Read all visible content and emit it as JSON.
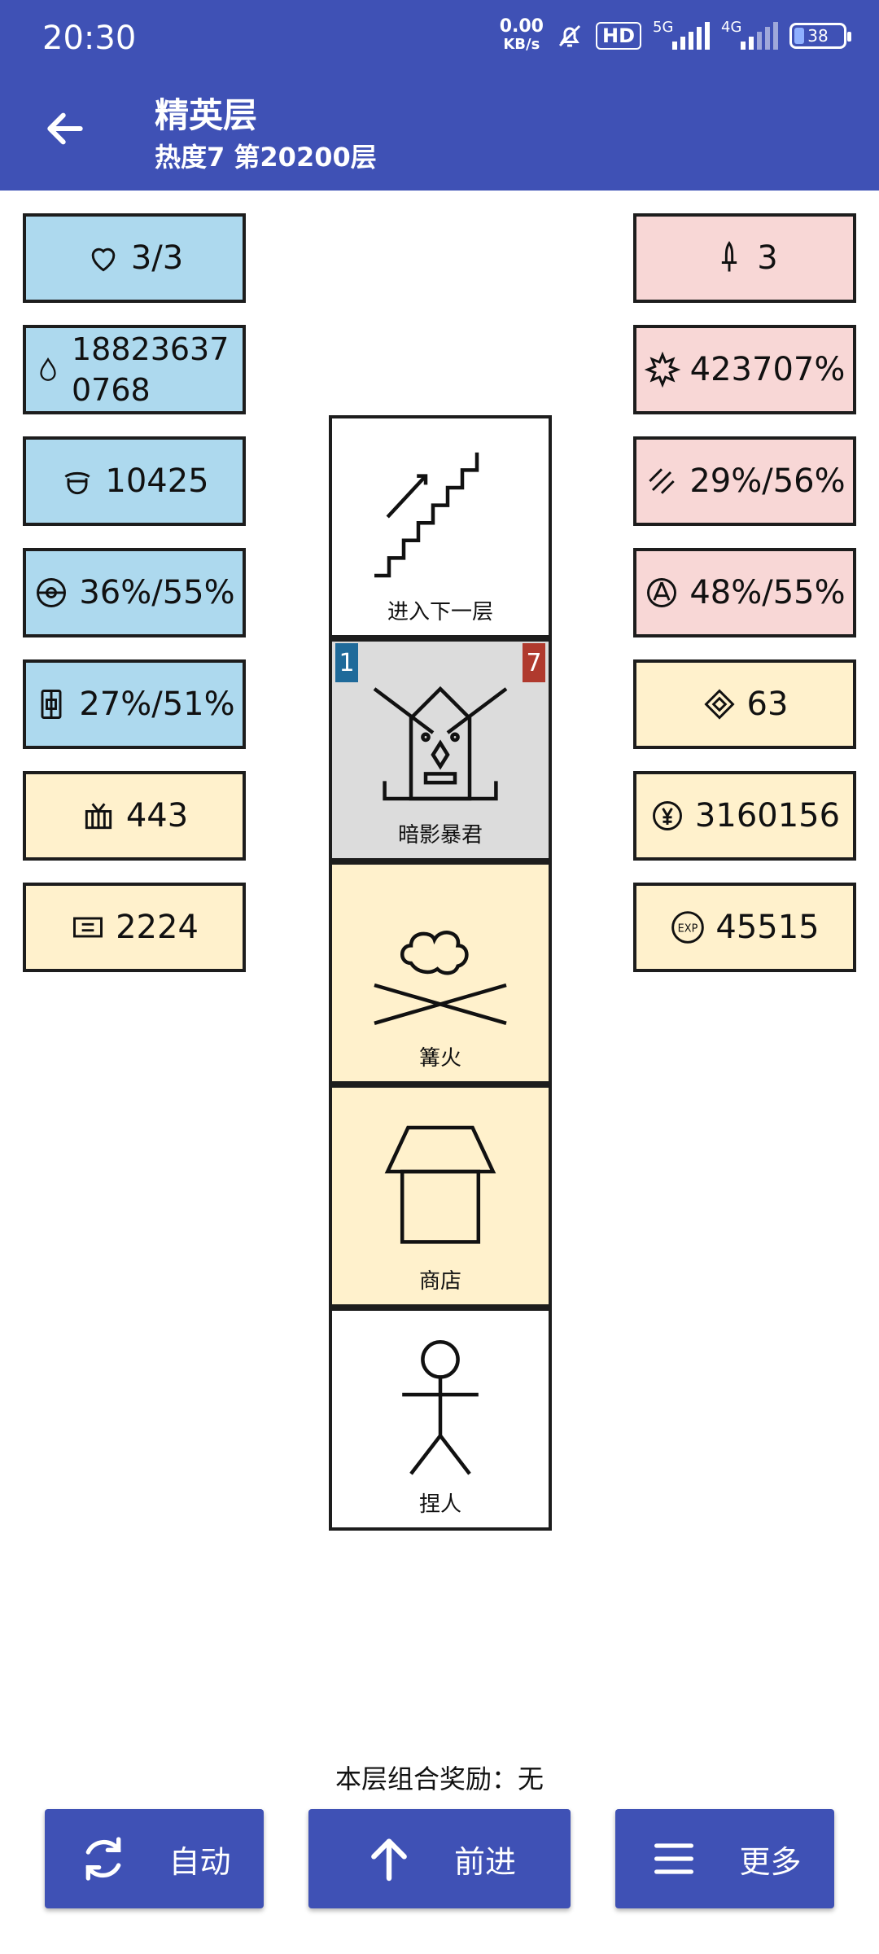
{
  "status": {
    "time": "20:30",
    "net_speed_value": "0.00",
    "net_speed_unit": "KB/s",
    "hd": "HD",
    "signal1": "5G",
    "signal2": "4G",
    "battery": "38"
  },
  "header": {
    "title": "精英层",
    "subtitle": "热度7 第20200层"
  },
  "left_stats": [
    {
      "icon": "heart-icon",
      "value": "3/3"
    },
    {
      "icon": "drop-icon",
      "value": "188236370768"
    },
    {
      "icon": "helmet-icon",
      "value": "10425"
    },
    {
      "icon": "shield-circle-icon",
      "value": "36%/55%"
    },
    {
      "icon": "armor-icon",
      "value": "27%/51%"
    },
    {
      "icon": "gift-box-icon",
      "value": "443"
    },
    {
      "icon": "card-icon",
      "value": "2224"
    }
  ],
  "right_stats": [
    {
      "icon": "sword-icon",
      "value": "3"
    },
    {
      "icon": "burst-icon",
      "value": "423707%"
    },
    {
      "icon": "slash-icon",
      "value": "29%/56%"
    },
    {
      "icon": "target-icon",
      "value": "48%/55%"
    },
    {
      "icon": "diamond-icon",
      "value": "63"
    },
    {
      "icon": "yen-coin-icon",
      "value": "3160156"
    },
    {
      "icon": "exp-icon",
      "value": "45515"
    }
  ],
  "tower": [
    {
      "icon": "stairs-icon",
      "label": "进入下一层"
    },
    {
      "icon": "tyrant-icon",
      "label": "暗影暴君",
      "left_badge": "1",
      "right_badge": "7"
    },
    {
      "icon": "campfire-icon",
      "label": "篝火"
    },
    {
      "icon": "shop-icon",
      "label": "商店"
    },
    {
      "icon": "person-icon",
      "label": "捏人"
    }
  ],
  "bonus": {
    "text": "本层组合奖励：无"
  },
  "buttons": {
    "auto": "自动",
    "forward": "前进",
    "more": "更多"
  },
  "colors": {
    "primary": "#3f51b5",
    "blue_box": "#add9ee",
    "pink_box": "#f8d7d6",
    "yellow_box": "#fff1cc",
    "grey_cell": "#dcdcdc",
    "badge_blue": "#1f6a9a",
    "badge_red": "#b03a2e"
  }
}
